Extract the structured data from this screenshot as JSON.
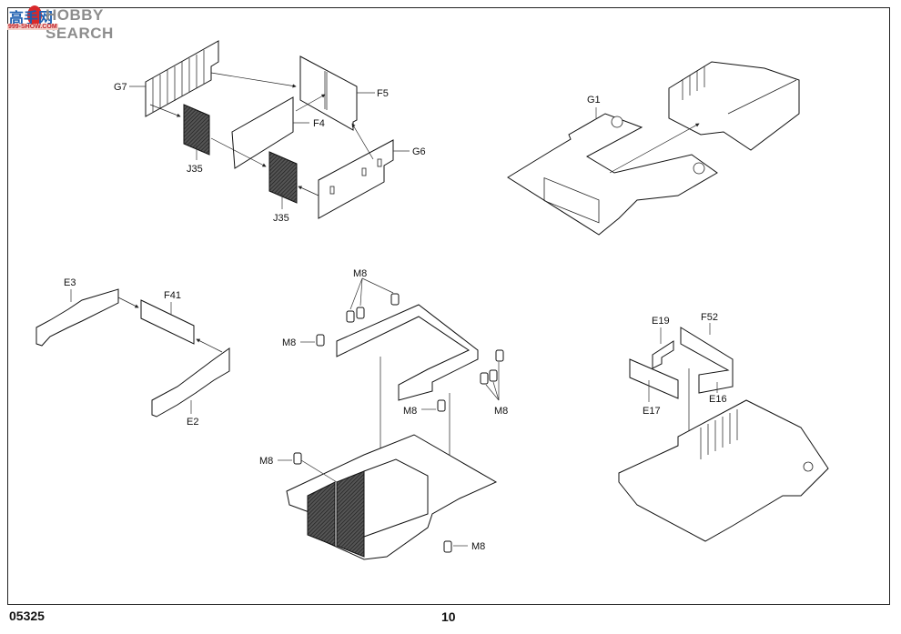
{
  "watermark": {
    "brand": "HOBBY SEARCH",
    "chinese": "高手网",
    "url": "999-SHOW.COM"
  },
  "footer": {
    "product_code": "05325",
    "page_number": "10"
  },
  "steps": [
    {
      "id": "step-top-left",
      "parts": [
        {
          "label": "G7"
        },
        {
          "label": "F5"
        },
        {
          "label": "F4"
        },
        {
          "label": "G6"
        },
        {
          "label": "J35"
        },
        {
          "label": "J35"
        }
      ]
    },
    {
      "id": "step-top-right",
      "parts": [
        {
          "label": "G1"
        }
      ]
    },
    {
      "id": "step-middle-left",
      "parts": [
        {
          "label": "E3"
        },
        {
          "label": "F41"
        },
        {
          "label": "E2"
        }
      ]
    },
    {
      "id": "step-center",
      "parts": [
        {
          "label": "M8"
        },
        {
          "label": "M8"
        },
        {
          "label": "M8"
        },
        {
          "label": "M8"
        },
        {
          "label": "M8"
        },
        {
          "label": "M8"
        }
      ]
    },
    {
      "id": "step-right",
      "parts": [
        {
          "label": "E19"
        },
        {
          "label": "F52"
        },
        {
          "label": "E17"
        },
        {
          "label": "E16"
        }
      ]
    }
  ]
}
